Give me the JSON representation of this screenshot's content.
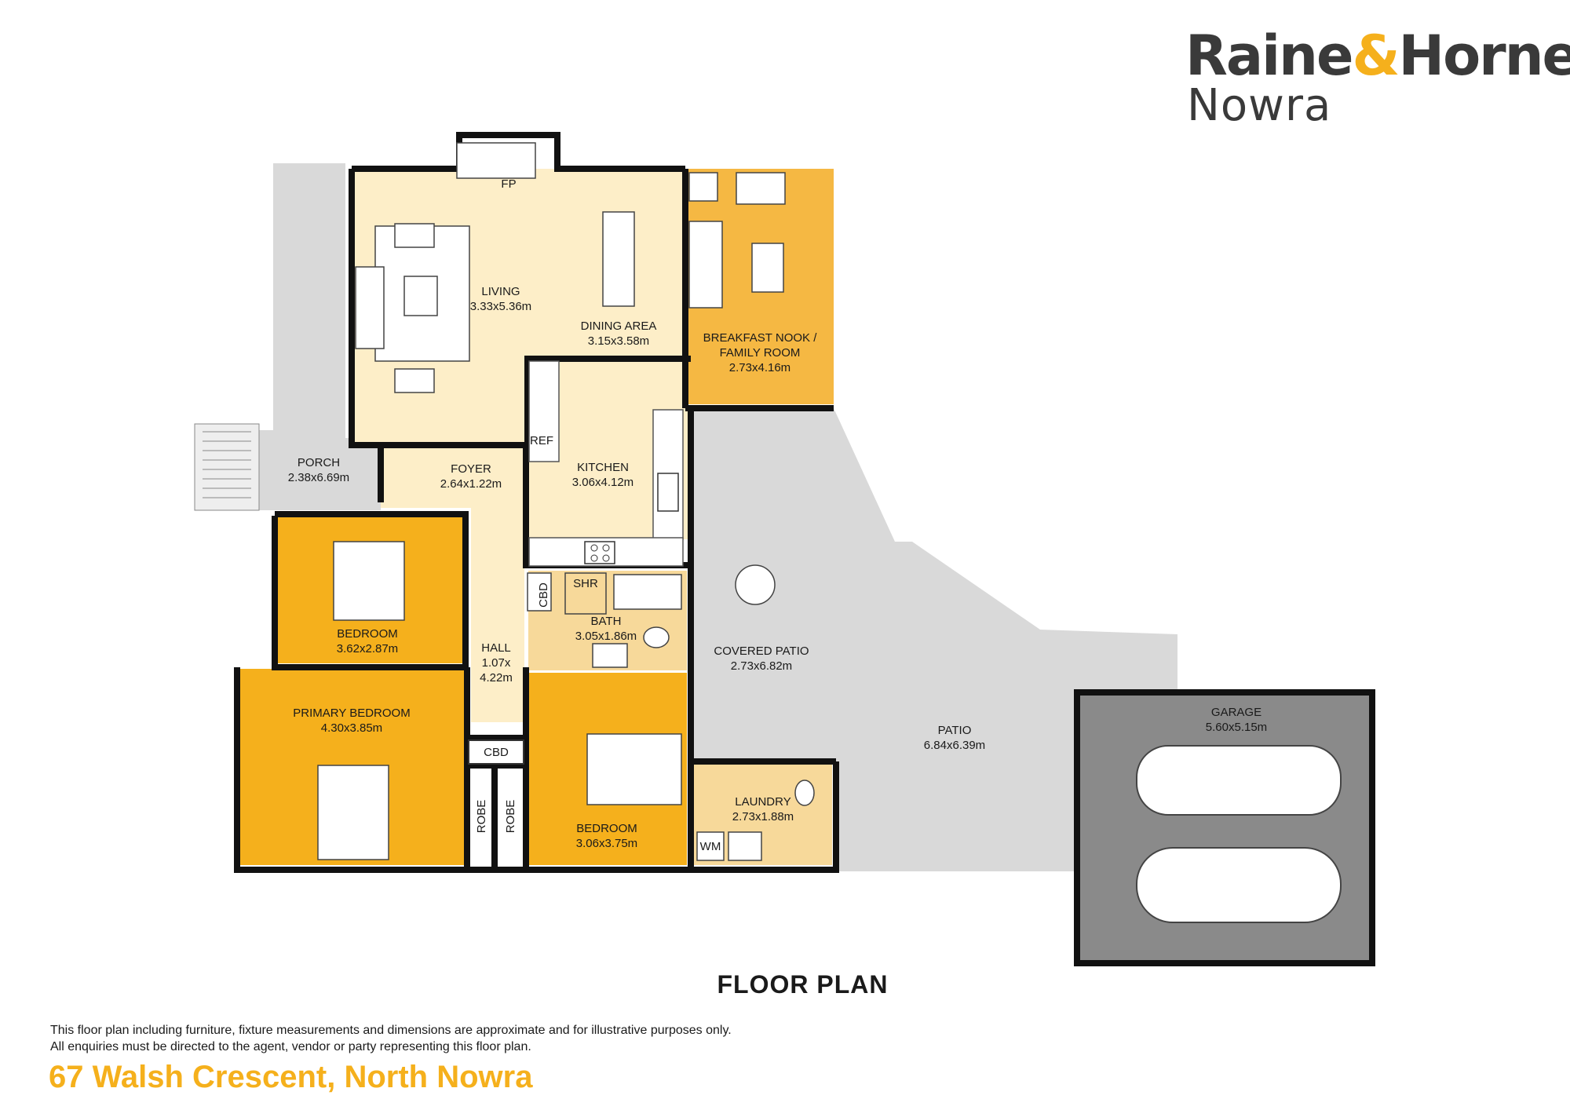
{
  "brand": {
    "name_part1": "Raine",
    "ampersand": "&",
    "name_part2": "Horne",
    "registered": "®",
    "office": "Nowra"
  },
  "rooms": {
    "living": {
      "name": "LIVING",
      "size": "3.33x5.36m"
    },
    "dining": {
      "name": "DINING AREA",
      "size": "3.15x3.58m"
    },
    "breakfast": {
      "name_line1": "BREAKFAST NOOK /",
      "name_line2": "FAMILY ROOM",
      "size": "2.73x4.16m"
    },
    "porch": {
      "name": "PORCH",
      "size": "2.38x6.69m"
    },
    "foyer": {
      "name": "FOYER",
      "size": "2.64x1.22m"
    },
    "kitchen": {
      "name": "KITCHEN",
      "size": "3.06x4.12m"
    },
    "bedroom1": {
      "name": "BEDROOM",
      "size": "3.62x2.87m"
    },
    "bath": {
      "name": "BATH",
      "size": "3.05x1.86m"
    },
    "hall": {
      "name": "HALL",
      "size_line1": "1.07x",
      "size_line2": "4.22m"
    },
    "covered_patio": {
      "name": "COVERED PATIO",
      "size": "2.73x6.82m"
    },
    "primary_bedroom": {
      "name": "PRIMARY BEDROOM",
      "size": "4.30x3.85m"
    },
    "bedroom2": {
      "name": "BEDROOM",
      "size": "3.06x3.75m"
    },
    "laundry": {
      "name": "LAUNDRY",
      "size": "2.73x1.88m"
    },
    "patio": {
      "name": "PATIO",
      "size": "6.84x6.39m"
    },
    "garage": {
      "name": "GARAGE",
      "size": "5.60x5.15m"
    }
  },
  "fixtures": {
    "fp": "FP",
    "ref": "REF",
    "shr": "SHR",
    "cbd_small": "CBD",
    "cbd_hall": "CBD",
    "robe_left": "ROBE",
    "robe_right": "ROBE",
    "wm": "WM"
  },
  "title": "FLOOR PLAN",
  "disclaimer": {
    "line1": "This floor plan including furniture, fixture measurements and dimensions are approximate and for illustrative purposes only.",
    "line2": "All enquiries must be directed to the agent, vendor or party representing this floor plan."
  },
  "address": "67 Walsh Crescent, North Nowra",
  "colors": {
    "living_fill": "#fdeec8",
    "bedroom_fill": "#f5b01c",
    "breakfast_fill": "#f5b843",
    "outdoor_fill": "#d9d9d9",
    "garage_fill": "#8a8a8a",
    "wall": "#111111",
    "accent": "#f5b01c"
  }
}
